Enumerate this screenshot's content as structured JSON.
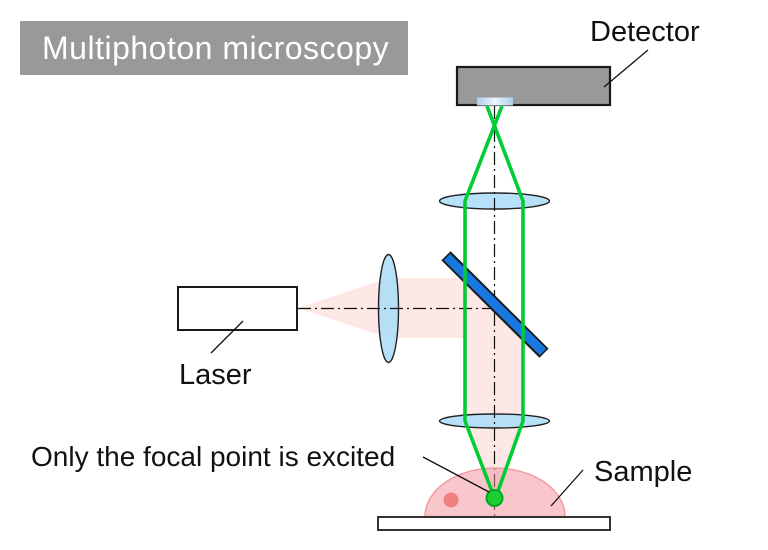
{
  "title": {
    "text": "Multiphoton microscopy"
  },
  "labels": {
    "detector": "Detector",
    "laser": "Laser",
    "sample": "Sample",
    "focal_point_caption": "Only the focal point is excited"
  },
  "colors": {
    "title_bg": "#999999",
    "title_fg": "#ffffff",
    "detector_body": "#999999",
    "detector_window": "#aecdef",
    "lens_fill": "#a9dcf7",
    "dichroic_mirror_blue": "#1877e0",
    "emission_beam_green": "#00cc33",
    "focal_point_green": "#1dcd35",
    "excitation_beam_pink": "#fce8e6",
    "sample_fill": "#f9c6cb",
    "sample_outline": "#f49aa3",
    "sample_nucleus": "#ee8080",
    "stage_fill": "#ffffff",
    "outline_black": "#1a1a1a"
  },
  "components": [
    "detector",
    "detector-window",
    "tube-lens",
    "dichroic-mirror",
    "collimation-lens",
    "laser",
    "objective-lens",
    "sample",
    "focal-point",
    "stage"
  ]
}
